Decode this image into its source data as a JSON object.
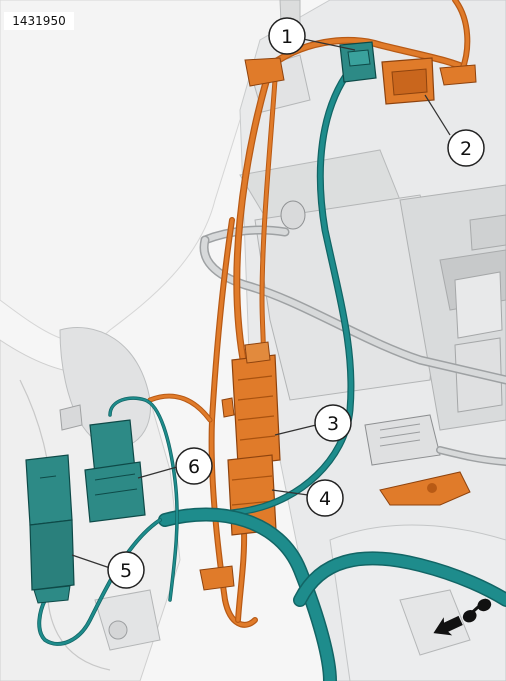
{
  "figure": {
    "reference_id": "1431950",
    "callouts": [
      "1",
      "2",
      "3",
      "4",
      "5",
      "6"
    ]
  },
  "colors": {
    "harness_orange": "#e07b2a",
    "harness_orange_dark": "#b85a15",
    "cable_teal": "#1e8c8c",
    "cable_teal_dark": "#126565",
    "connector_teal": "#2d8a86",
    "cable_grey": "#c9ccce",
    "body_panel": "#eceded",
    "body_shadow": "#d3d5d6",
    "bracket_dark": "#b9bcbe",
    "line": "#333333"
  },
  "icons": {
    "direction_indicator": "forward-arrow-car-icon"
  }
}
